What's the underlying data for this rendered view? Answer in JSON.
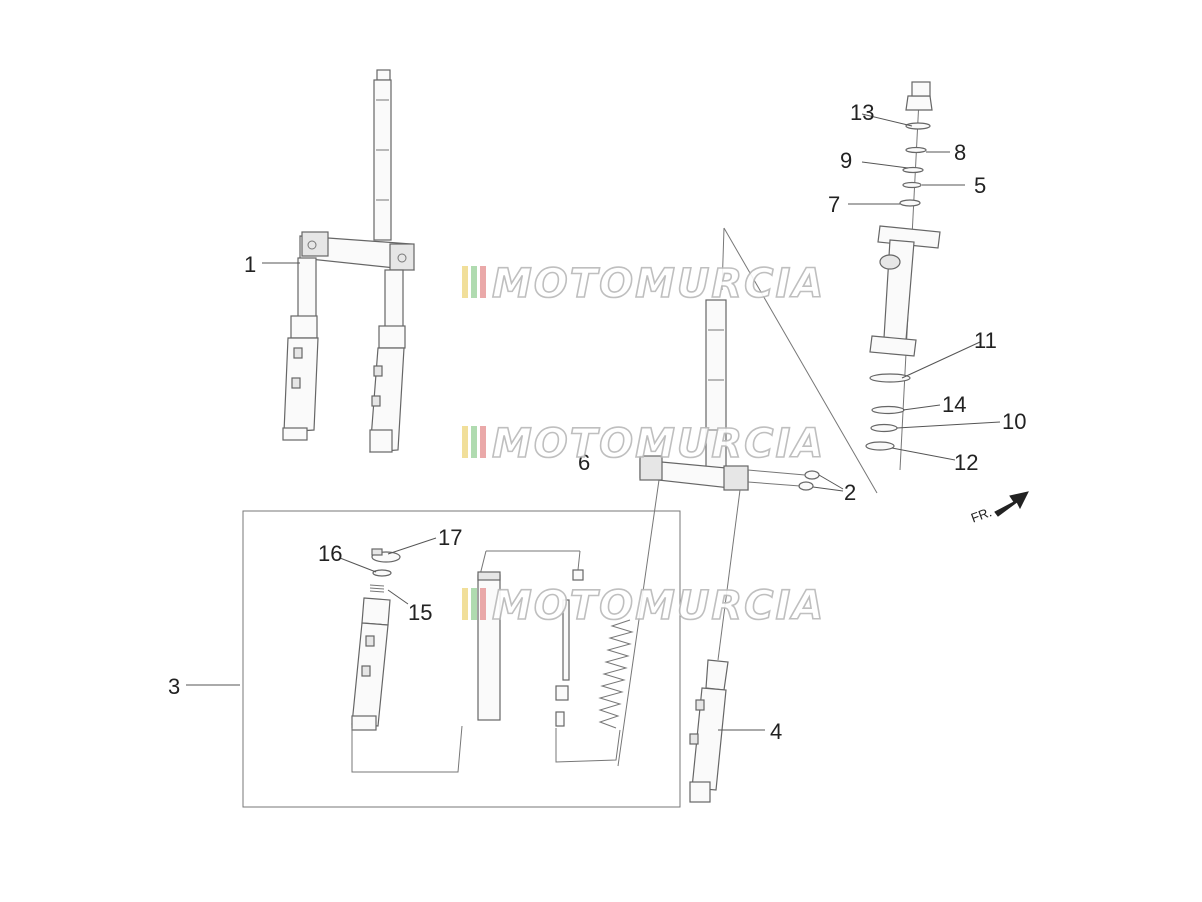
{
  "callouts": {
    "c1": "1",
    "c2": "2",
    "c3": "3",
    "c4": "4",
    "c5": "5",
    "c6": "6",
    "c7": "7",
    "c8": "8",
    "c9": "9",
    "c10": "10",
    "c11": "11",
    "c12": "12",
    "c13": "13",
    "c14": "14",
    "c15": "15",
    "c16": "16",
    "c17": "17"
  },
  "watermark": {
    "text": "MOTOMURCIA"
  },
  "direction": {
    "label": "FR."
  },
  "colors": {
    "line": "#666666",
    "text": "#222222",
    "watermark_stroke": "#b9b9b9",
    "wm_red": "#e8a0a0",
    "wm_green": "#a8d8a8",
    "wm_yellow": "#f0dc90"
  }
}
